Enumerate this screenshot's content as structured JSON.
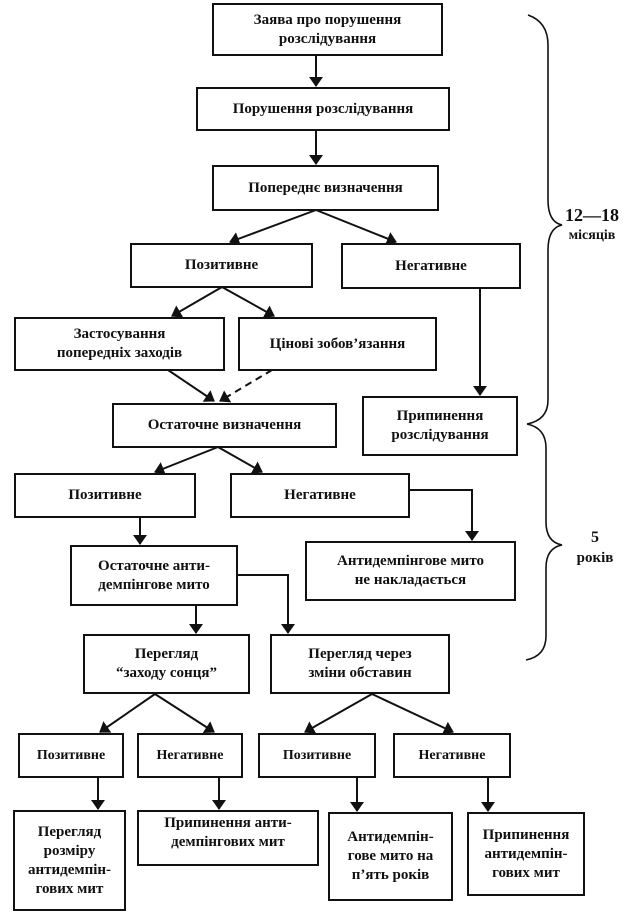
{
  "diagram": {
    "nodes": {
      "application": "Заява про порушення\nрозслідування",
      "initiation": "Порушення розслідування",
      "preliminary": "Попереднє визначення",
      "prelim_positive": "Позитивне",
      "prelim_negative": "Негативне",
      "provisional_measures": "Застосування\nпопередніх заходів",
      "price_undertakings": "Цінові зобов’язання",
      "termination_investigation": "Припинення\nрозслідування",
      "final_determination": "Остаточне визначення",
      "final_positive": "Позитивне",
      "final_negative": "Негативне",
      "final_duty": "Остаточне анти-\nдемпінгове мито",
      "no_duty": "Антидемпінгове мито\nне накладається",
      "sunset_review": "Перегляд\n“заходу сонця”",
      "changed_circumstances_review": "Перегляд через\nзміни обставин",
      "sunset_positive": "Позитивне",
      "sunset_negative": "Негативне",
      "changed_positive": "Позитивне",
      "changed_negative": "Негативне",
      "review_duty_amount": "Перегляд\nрозміру\nантидемпін-\nгових мит",
      "termination_duties_1": "Припинення анти-\nдемпінгових мит",
      "duty_five_years": "Антидемпін-\nгове мито на\nп’ять років",
      "termination_duties_2": "Припинення\nантидемпін-\nгових мит"
    },
    "edges": [
      {
        "from": "application",
        "to": "initiation",
        "style": "solid"
      },
      {
        "from": "initiation",
        "to": "preliminary",
        "style": "solid"
      },
      {
        "from": "preliminary",
        "to": "prelim_positive",
        "style": "solid"
      },
      {
        "from": "preliminary",
        "to": "prelim_negative",
        "style": "solid"
      },
      {
        "from": "prelim_positive",
        "to": "provisional_measures",
        "style": "solid"
      },
      {
        "from": "prelim_positive",
        "to": "price_undertakings",
        "style": "solid"
      },
      {
        "from": "prelim_negative",
        "to": "termination_investigation",
        "style": "solid"
      },
      {
        "from": "provisional_measures",
        "to": "final_determination",
        "style": "solid"
      },
      {
        "from": "price_undertakings",
        "to": "final_determination",
        "style": "dashed"
      },
      {
        "from": "final_determination",
        "to": "final_positive",
        "style": "solid"
      },
      {
        "from": "final_determination",
        "to": "final_negative",
        "style": "solid"
      },
      {
        "from": "final_positive",
        "to": "final_duty",
        "style": "solid"
      },
      {
        "from": "final_negative",
        "to": "no_duty",
        "style": "solid"
      },
      {
        "from": "final_duty",
        "to": "sunset_review",
        "style": "solid"
      },
      {
        "from": "final_duty",
        "to": "changed_circumstances_review",
        "style": "solid"
      },
      {
        "from": "sunset_review",
        "to": "sunset_positive",
        "style": "solid"
      },
      {
        "from": "sunset_review",
        "to": "sunset_negative",
        "style": "solid"
      },
      {
        "from": "changed_circumstances_review",
        "to": "changed_positive",
        "style": "solid"
      },
      {
        "from": "changed_circumstances_review",
        "to": "changed_negative",
        "style": "solid"
      },
      {
        "from": "sunset_positive",
        "to": "review_duty_amount",
        "style": "solid"
      },
      {
        "from": "sunset_negative",
        "to": "termination_duties_1",
        "style": "solid"
      },
      {
        "from": "changed_positive",
        "to": "duty_five_years",
        "style": "solid"
      },
      {
        "from": "changed_negative",
        "to": "termination_duties_2",
        "style": "solid"
      }
    ],
    "braces": [
      {
        "value": "12—18",
        "unit": "місяців"
      },
      {
        "value": "5",
        "unit": "років"
      }
    ]
  }
}
